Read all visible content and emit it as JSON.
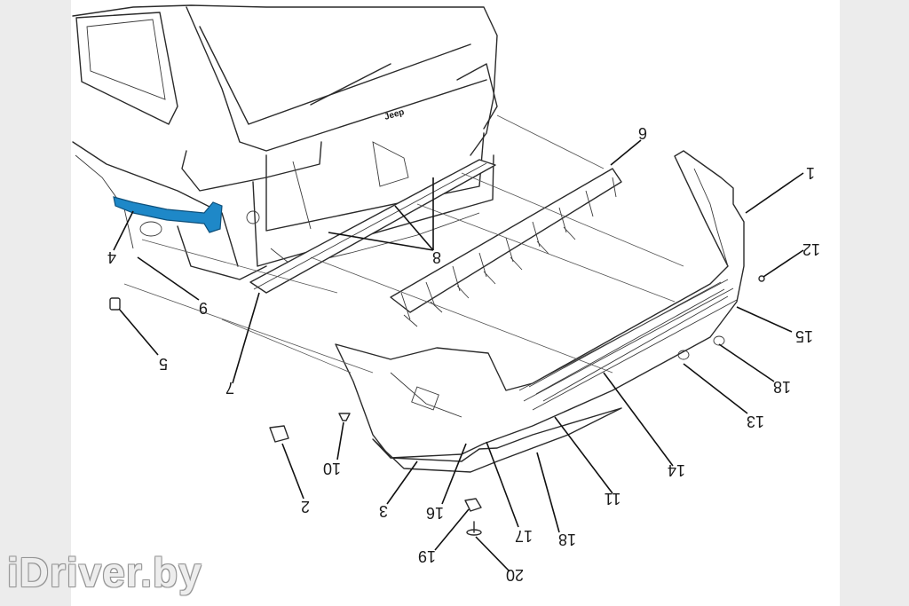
{
  "callouts": [
    {
      "id": "1",
      "text": "1"
    },
    {
      "id": "2",
      "text": "2"
    },
    {
      "id": "3",
      "text": "3"
    },
    {
      "id": "4",
      "text": "4"
    },
    {
      "id": "5",
      "text": "5"
    },
    {
      "id": "6",
      "text": "6"
    },
    {
      "id": "7",
      "text": "7"
    },
    {
      "id": "8",
      "text": "8"
    },
    {
      "id": "9",
      "text": "9"
    },
    {
      "id": "10",
      "text": "10"
    },
    {
      "id": "11",
      "text": "11"
    },
    {
      "id": "12",
      "text": "12"
    },
    {
      "id": "13",
      "text": "13"
    },
    {
      "id": "14",
      "text": "14"
    },
    {
      "id": "15",
      "text": "15"
    },
    {
      "id": "16",
      "text": "16"
    },
    {
      "id": "17",
      "text": "17"
    },
    {
      "id": "18a",
      "text": "18"
    },
    {
      "id": "18b",
      "text": "18"
    },
    {
      "id": "19",
      "text": "19"
    },
    {
      "id": "20",
      "text": "20"
    }
  ],
  "badge_text": "Jeep",
  "watermark": "iDriver.by",
  "colors": {
    "highlight_part": "#1e88c8",
    "line": "#2a2a2a",
    "background": "#ececec"
  }
}
